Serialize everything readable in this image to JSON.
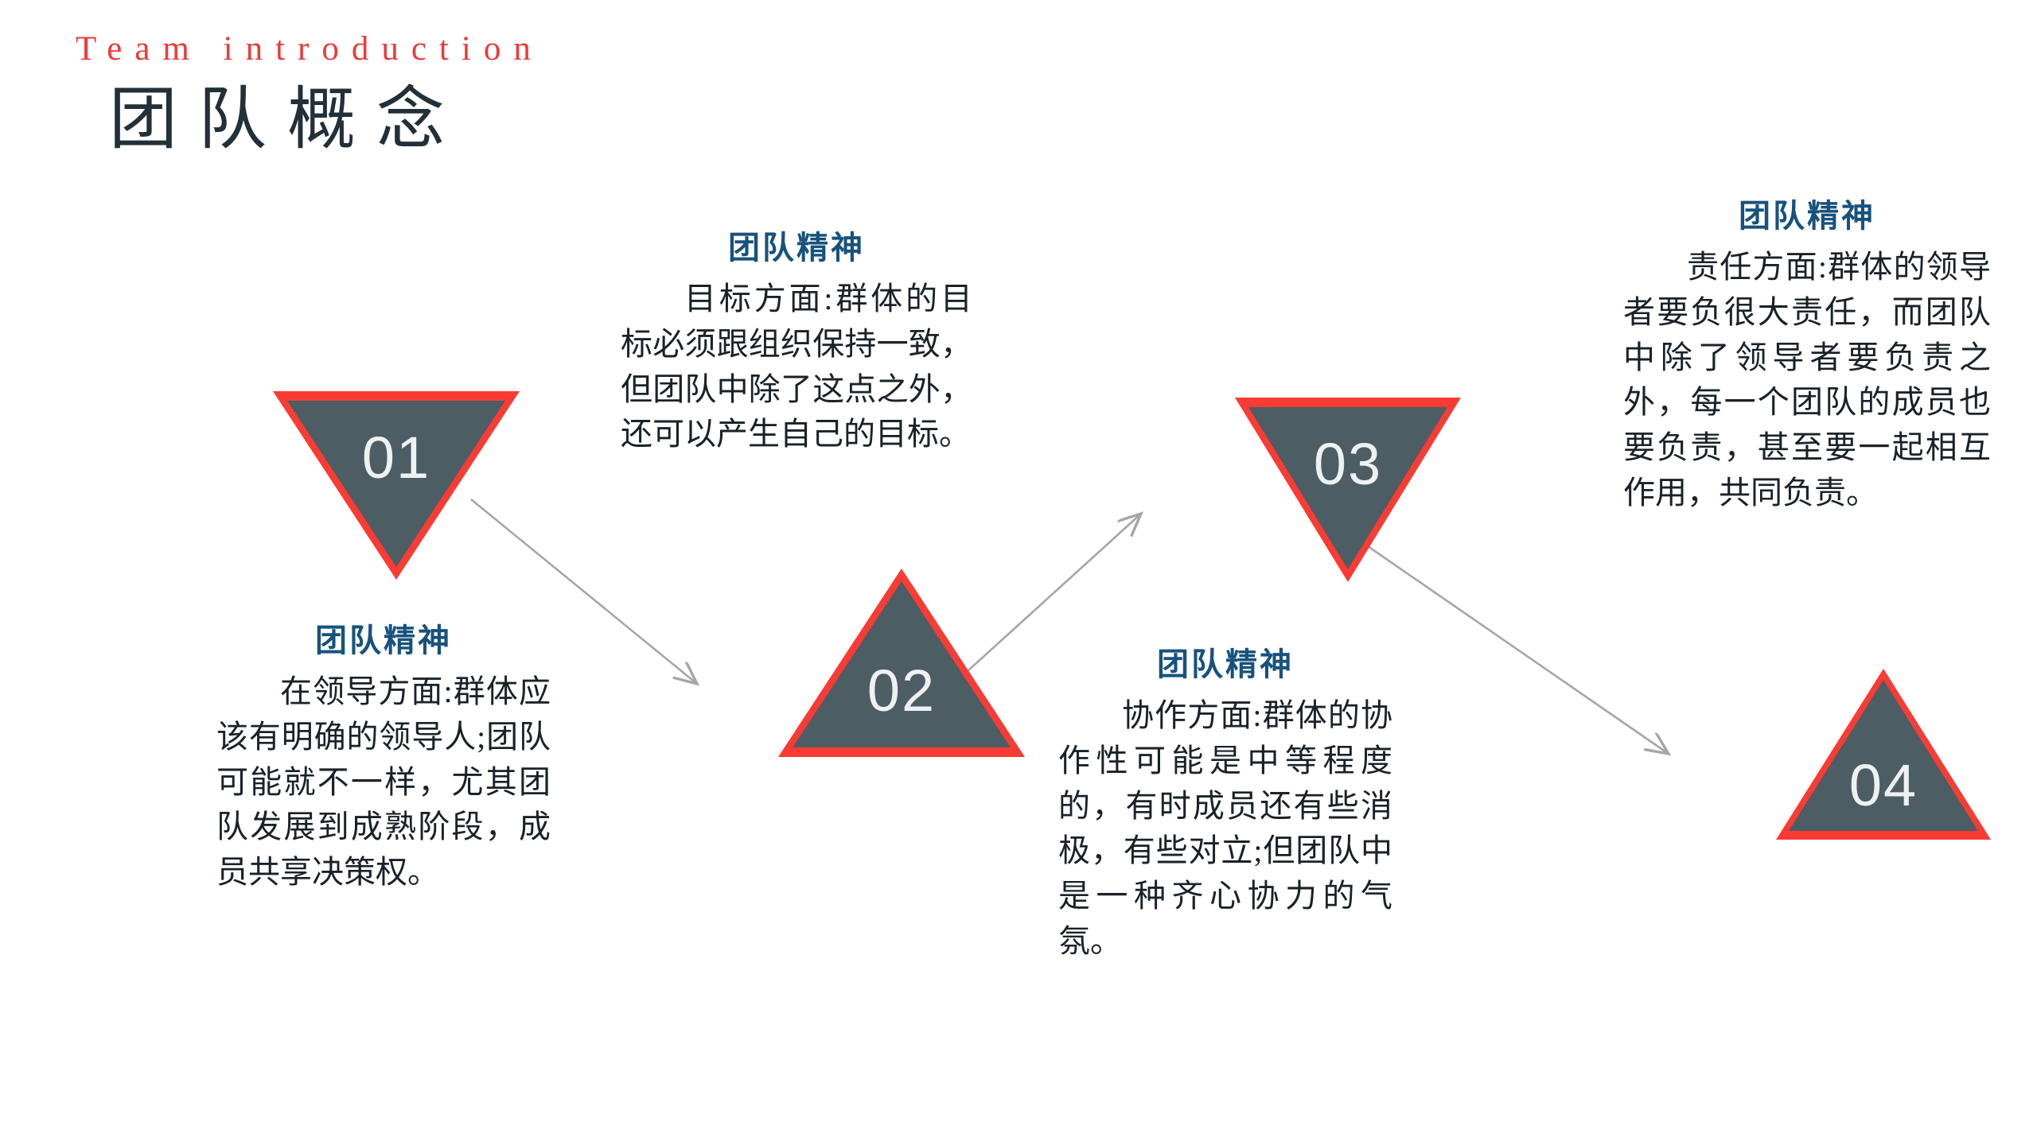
{
  "header": {
    "eyebrow": "Team introduction",
    "title": "团队概念"
  },
  "colors": {
    "accent_red": "#f93b34",
    "eyebrow_red": "#eb3a3a",
    "triangle_fill": "#4c5d64",
    "heading_blue": "#17527d",
    "body_text": "#1a2229",
    "number_text": "#eef1f2",
    "arrow_gray": "#a6a6a6",
    "background": "#ffffff"
  },
  "blocks": [
    {
      "number": "01",
      "direction": "down",
      "title": "团队精神",
      "body": "在领导方面:群体应该有明确的领导人;团队可能就不一样，尤其团队发展到成熟阶段，成员共享决策权。"
    },
    {
      "number": "02",
      "direction": "up",
      "title": "团队精神",
      "body": "目标方面:群体的目标必须跟组织保持一致，但团队中除了这点之外，还可以产生自己的目标。"
    },
    {
      "number": "03",
      "direction": "down",
      "title": "团队精神",
      "body": "协作方面:群体的协作性可能是中等程度的，有时成员还有些消极，有些对立;但团队中是一种齐心协力的气氛。"
    },
    {
      "number": "04",
      "direction": "up",
      "title": "团队精神",
      "body": "责任方面:群体的领导者要负很大责任，而团队中除了领导者要负责之外，每一个团队的成员也要负责，甚至要一起相互作用，共同负责。"
    }
  ]
}
